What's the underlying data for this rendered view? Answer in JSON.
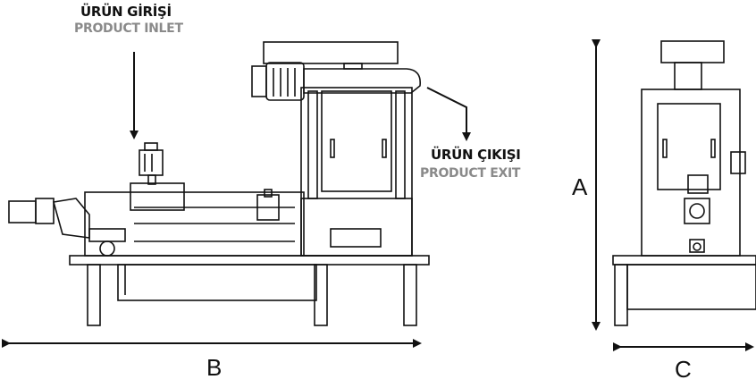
{
  "labels": {
    "inlet_tr": "ÜRÜN GİRİŞİ",
    "inlet_en": "PRODUCT INLET",
    "exit_tr": "ÜRÜN ÇIKIŞI",
    "exit_en": "PRODUCT EXIT"
  },
  "dimensions": {
    "height": "A",
    "length": "B",
    "width": "C"
  },
  "colors": {
    "line": "#111111",
    "english_label": "#8a8a8a",
    "background": "#ffffff"
  }
}
